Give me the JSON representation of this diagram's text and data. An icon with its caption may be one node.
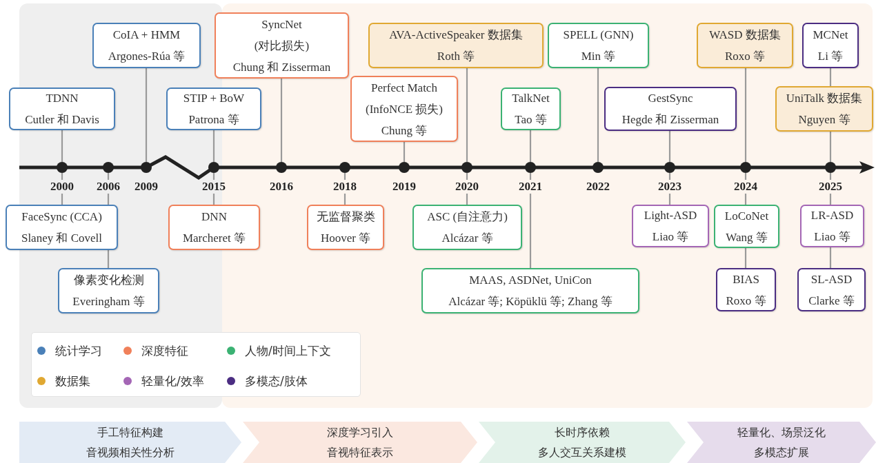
{
  "diagram": {
    "nodes": [
      {
        "text": [
          "TDNN",
          "Cutler 和 Davis"
        ]
      },
      {
        "text": [
          "CoIA + HMM",
          "Argones-Rúa 等"
        ]
      },
      {
        "text": [
          "STIP + BoW",
          "Patrona 等"
        ]
      },
      {
        "text": [
          "SyncNet",
          "(对比损失)",
          "Chung 和 Zisserman"
        ]
      },
      {
        "text": [
          "Perfect Match",
          "(InfoNCE 损失)",
          "Chung 等"
        ]
      },
      {
        "text": [
          "AVA-ActiveSpeaker 数据集",
          "Roth 等"
        ]
      },
      {
        "text": [
          "TalkNet",
          "Tao 等"
        ]
      },
      {
        "text": [
          "SPELL (GNN)",
          "Min 等"
        ]
      },
      {
        "text": [
          "GestSync",
          "Hegde 和 Zisserman"
        ]
      },
      {
        "text": [
          "WASD 数据集",
          "Roxo 等"
        ]
      },
      {
        "text": [
          "MCNet",
          "Li 等"
        ]
      },
      {
        "text": [
          "UniTalk 数据集",
          "Nguyen 等"
        ]
      },
      {
        "text": [],
        "shape": "circle",
        "beside": [
          "2000"
        ]
      },
      {
        "text": [],
        "shape": "circle",
        "beside": [
          "2006"
        ]
      },
      {
        "text": [],
        "shape": "circle",
        "beside": [
          "2009"
        ]
      },
      {
        "text": [],
        "shape": "circle",
        "beside": [
          "2015"
        ]
      },
      {
        "text": [],
        "shape": "circle",
        "beside": [
          "2016"
        ]
      },
      {
        "text": [],
        "shape": "circle",
        "beside": [
          "2018"
        ]
      },
      {
        "text": [],
        "shape": "circle",
        "beside": [
          "2019"
        ]
      },
      {
        "text": [],
        "shape": "circle",
        "beside": [
          "2020"
        ]
      },
      {
        "text": [],
        "shape": "circle",
        "beside": [
          "2021"
        ]
      },
      {
        "text": [],
        "shape": "circle",
        "beside": [
          "2022"
        ]
      },
      {
        "text": [],
        "shape": "circle",
        "beside": [
          "2023"
        ]
      },
      {
        "text": [],
        "shape": "circle",
        "beside": [
          "2024"
        ]
      },
      {
        "text": [],
        "shape": "circle",
        "beside": [
          "2025"
        ]
      },
      {
        "text": [
          "FaceSync (CCA)",
          "Slaney 和 Covell"
        ]
      },
      {
        "text": [
          "DNN",
          "Marcheret 等"
        ]
      },
      {
        "text": [
          "无监督聚类",
          "Hoover 等"
        ]
      },
      {
        "text": [
          "ASC (自注意力)",
          "Alcázar 等"
        ]
      },
      {
        "text": [
          "Light-ASD",
          "Liao 等"
        ]
      },
      {
        "text": [
          "LoCoNet",
          "Wang 等"
        ]
      },
      {
        "text": [
          "LR-ASD",
          "Liao 等"
        ]
      },
      {
        "text": [
          "像素变化检测",
          "Everingham 等"
        ]
      },
      {
        "text": [
          "MAAS, ASDNet, UniCon",
          "Alcázar 等; Köpüklü 等; Zhang 等"
        ]
      },
      {
        "text": [
          "BIAS",
          "Roxo 等"
        ]
      },
      {
        "text": [
          "SL-ASD",
          "Clarke 等"
        ]
      },
      {
        "text": [
          "手工特征构建",
          "音视频相关性分析"
        ]
      },
      {
        "text": [
          "深度学习引入",
          "音视特征表示"
        ]
      },
      {
        "text": [
          "长时序依赖",
          "多人交互关系建模"
        ]
      },
      {
        "text": [
          "轻量化、场景泛化",
          "多模态扩展"
        ]
      }
    ],
    "edges": [
      {
        "from": 0,
        "to": 12,
        "arrow": "none"
      },
      {
        "from": 1,
        "to": 14,
        "arrow": "none"
      },
      {
        "from": 2,
        "to": 15,
        "arrow": "none"
      },
      {
        "from": 3,
        "to": 16,
        "arrow": "none"
      },
      {
        "from": 4,
        "to": 18,
        "arrow": "none"
      },
      {
        "from": 5,
        "to": 19,
        "arrow": "none"
      },
      {
        "from": 6,
        "to": 20,
        "arrow": "none"
      },
      {
        "from": 7,
        "to": 21,
        "arrow": "none"
      },
      {
        "from": 8,
        "to": 22,
        "arrow": "none"
      },
      {
        "from": 9,
        "to": 23,
        "arrow": "none"
      },
      {
        "from": 10,
        "to": 11,
        "arrow": "none"
      },
      {
        "from": 11,
        "to": 24,
        "arrow": "none"
      },
      {
        "from": 25,
        "to": 12,
        "arrow": "none"
      },
      {
        "from": 25,
        "to": 13,
        "arrow": "none"
      },
      {
        "from": 32,
        "to": 25,
        "arrow": "none"
      },
      {
        "from": 26,
        "to": 15,
        "arrow": "none"
      },
      {
        "from": 27,
        "to": 17,
        "arrow": "none"
      },
      {
        "from": 28,
        "to": 19,
        "arrow": "none"
      },
      {
        "from": 33,
        "to": 20,
        "arrow": "none"
      },
      {
        "from": 29,
        "to": 22,
        "arrow": "none"
      },
      {
        "from": 30,
        "to": 23,
        "arrow": "none"
      },
      {
        "from": 34,
        "to": 30,
        "arrow": "none"
      },
      {
        "from": 31,
        "to": 24,
        "arrow": "none"
      },
      {
        "from": 35,
        "to": 31,
        "arrow": "none"
      }
    ],
    "legend": [
      {
        "text": "统计学习",
        "color": "#4a80b8"
      },
      {
        "text": "深度特征",
        "color": "#f0805a"
      },
      {
        "text": "人物/时间上下文",
        "color": "#3bb273"
      },
      {
        "text": "数据集",
        "color": "#e0a832"
      },
      {
        "text": "轻量化/效率",
        "color": "#a466b5"
      },
      {
        "text": "多模态/肢体",
        "color": "#4b2d82"
      }
    ]
  }
}
